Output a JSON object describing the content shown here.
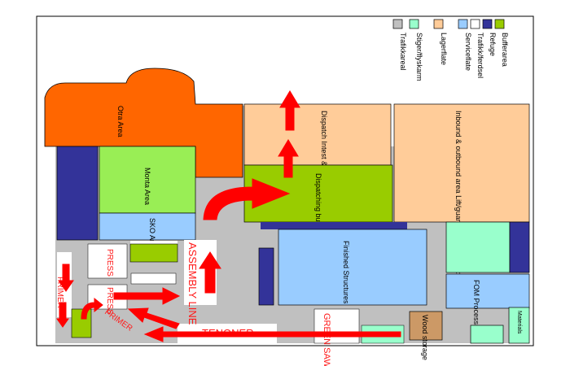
{
  "legend": [
    {
      "label": "Bufferarea",
      "color": "#99cc00"
    },
    {
      "label": "Refuge",
      "color": "#333399"
    },
    {
      "label": "Trafikk/ferdsel",
      "color": "#ffffff"
    },
    {
      "label": "Serviceflate",
      "color": "#99ccff"
    },
    {
      "label": "Lagerflate",
      "color": "#ffcc99"
    },
    {
      "label": "Stiger/flyskarm",
      "color": "#99ffcc"
    },
    {
      "label": "Trafikkareal",
      "color": "#c0c0c0"
    }
  ],
  "areas": {
    "otra_area": "Otra Area",
    "monta_area": "Monta Area",
    "sko_area": "SKO Area",
    "dispatch": "Dispatch Intest & outbound",
    "inbound": "Inbound & outbound area Lift/guard/chang/etc/platform",
    "dispatching_buffer": "Dispatching buffer",
    "finished_structures": "Finished Structures",
    "fom_processing": "FOM Processing",
    "wood_storage": "Wood storage",
    "materials": "Materials"
  },
  "labels": {
    "press": "PRESS",
    "assembly_line": "ASSEMBLY LINE",
    "tenoner": "TENONER",
    "primer": "PRIMER",
    "primer_2": "PRIMER",
    "green_saw": "GREEN SAW"
  }
}
